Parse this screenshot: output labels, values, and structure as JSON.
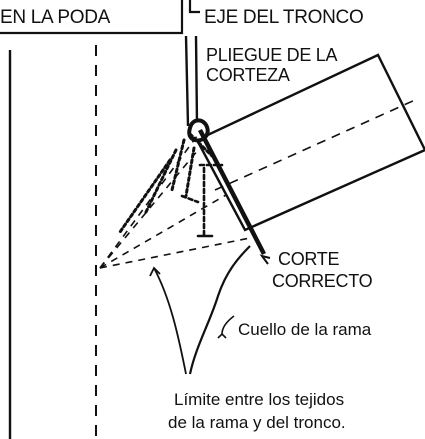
{
  "labels": {
    "poda": "EN LA PODA",
    "eje_tronco": "EJE DEL TRONCO",
    "pliegue_1": "PLIEGUE DE LA",
    "pliegue_2": "CORTEZA",
    "corte_1": "CORTE",
    "corte_2": "CORRECTO",
    "cuello": "Cuello de la rama",
    "limite_1": "Límite entre los tejidos",
    "limite_2": "de la rama y del tronco."
  },
  "colors": {
    "ink": "#111111",
    "background": "#ffffff"
  }
}
